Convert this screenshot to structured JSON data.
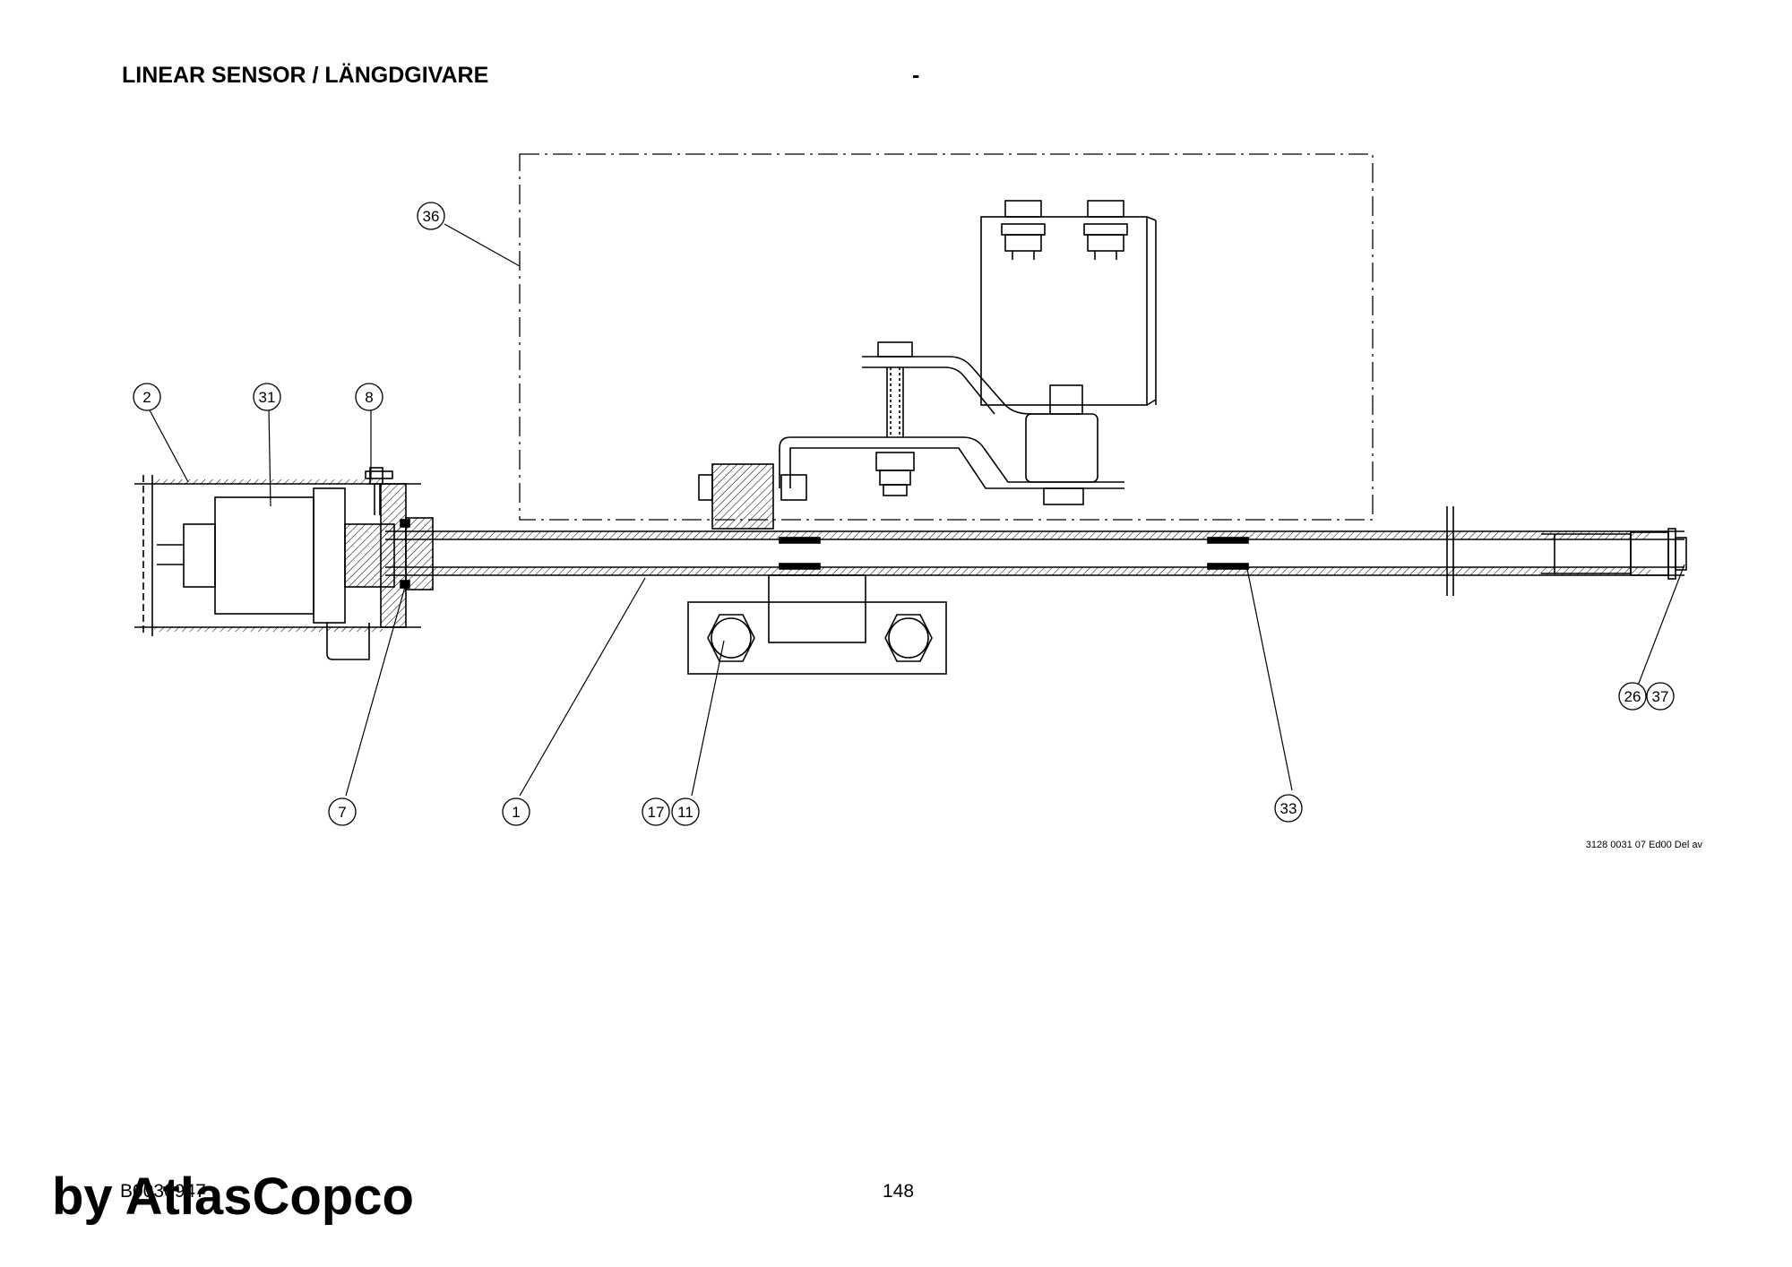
{
  "header": {
    "title": "LINEAR SENSOR / LÄNGDGIVARE",
    "dash": "-"
  },
  "drawing": {
    "callouts": [
      "36",
      "2",
      "31",
      "8",
      "7",
      "1",
      "17",
      "11",
      "33",
      "26",
      "37"
    ],
    "code": "3128 0031 07 Ed00 Del av"
  },
  "footer": {
    "doc_number": "B0030947",
    "page_number": "148",
    "watermark": "by AtlasCopco"
  }
}
